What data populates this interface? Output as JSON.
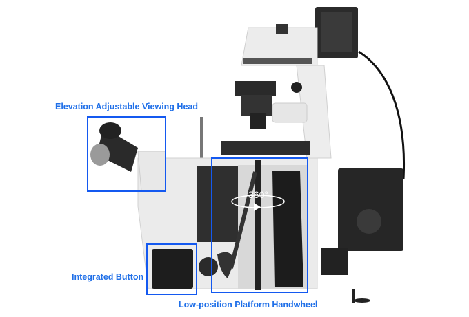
{
  "callouts": [
    {
      "label": "Elevation Adjustable Viewing Head"
    },
    {
      "label": "Integrated Button"
    },
    {
      "label": "Low-position Platform Handwheel"
    }
  ],
  "rotation_label": "360°",
  "colors": {
    "callout_text": "#1f6fe8",
    "callout_box": "#1459f0",
    "body": "#e9e9e9",
    "dark": "#2a2a2a"
  }
}
